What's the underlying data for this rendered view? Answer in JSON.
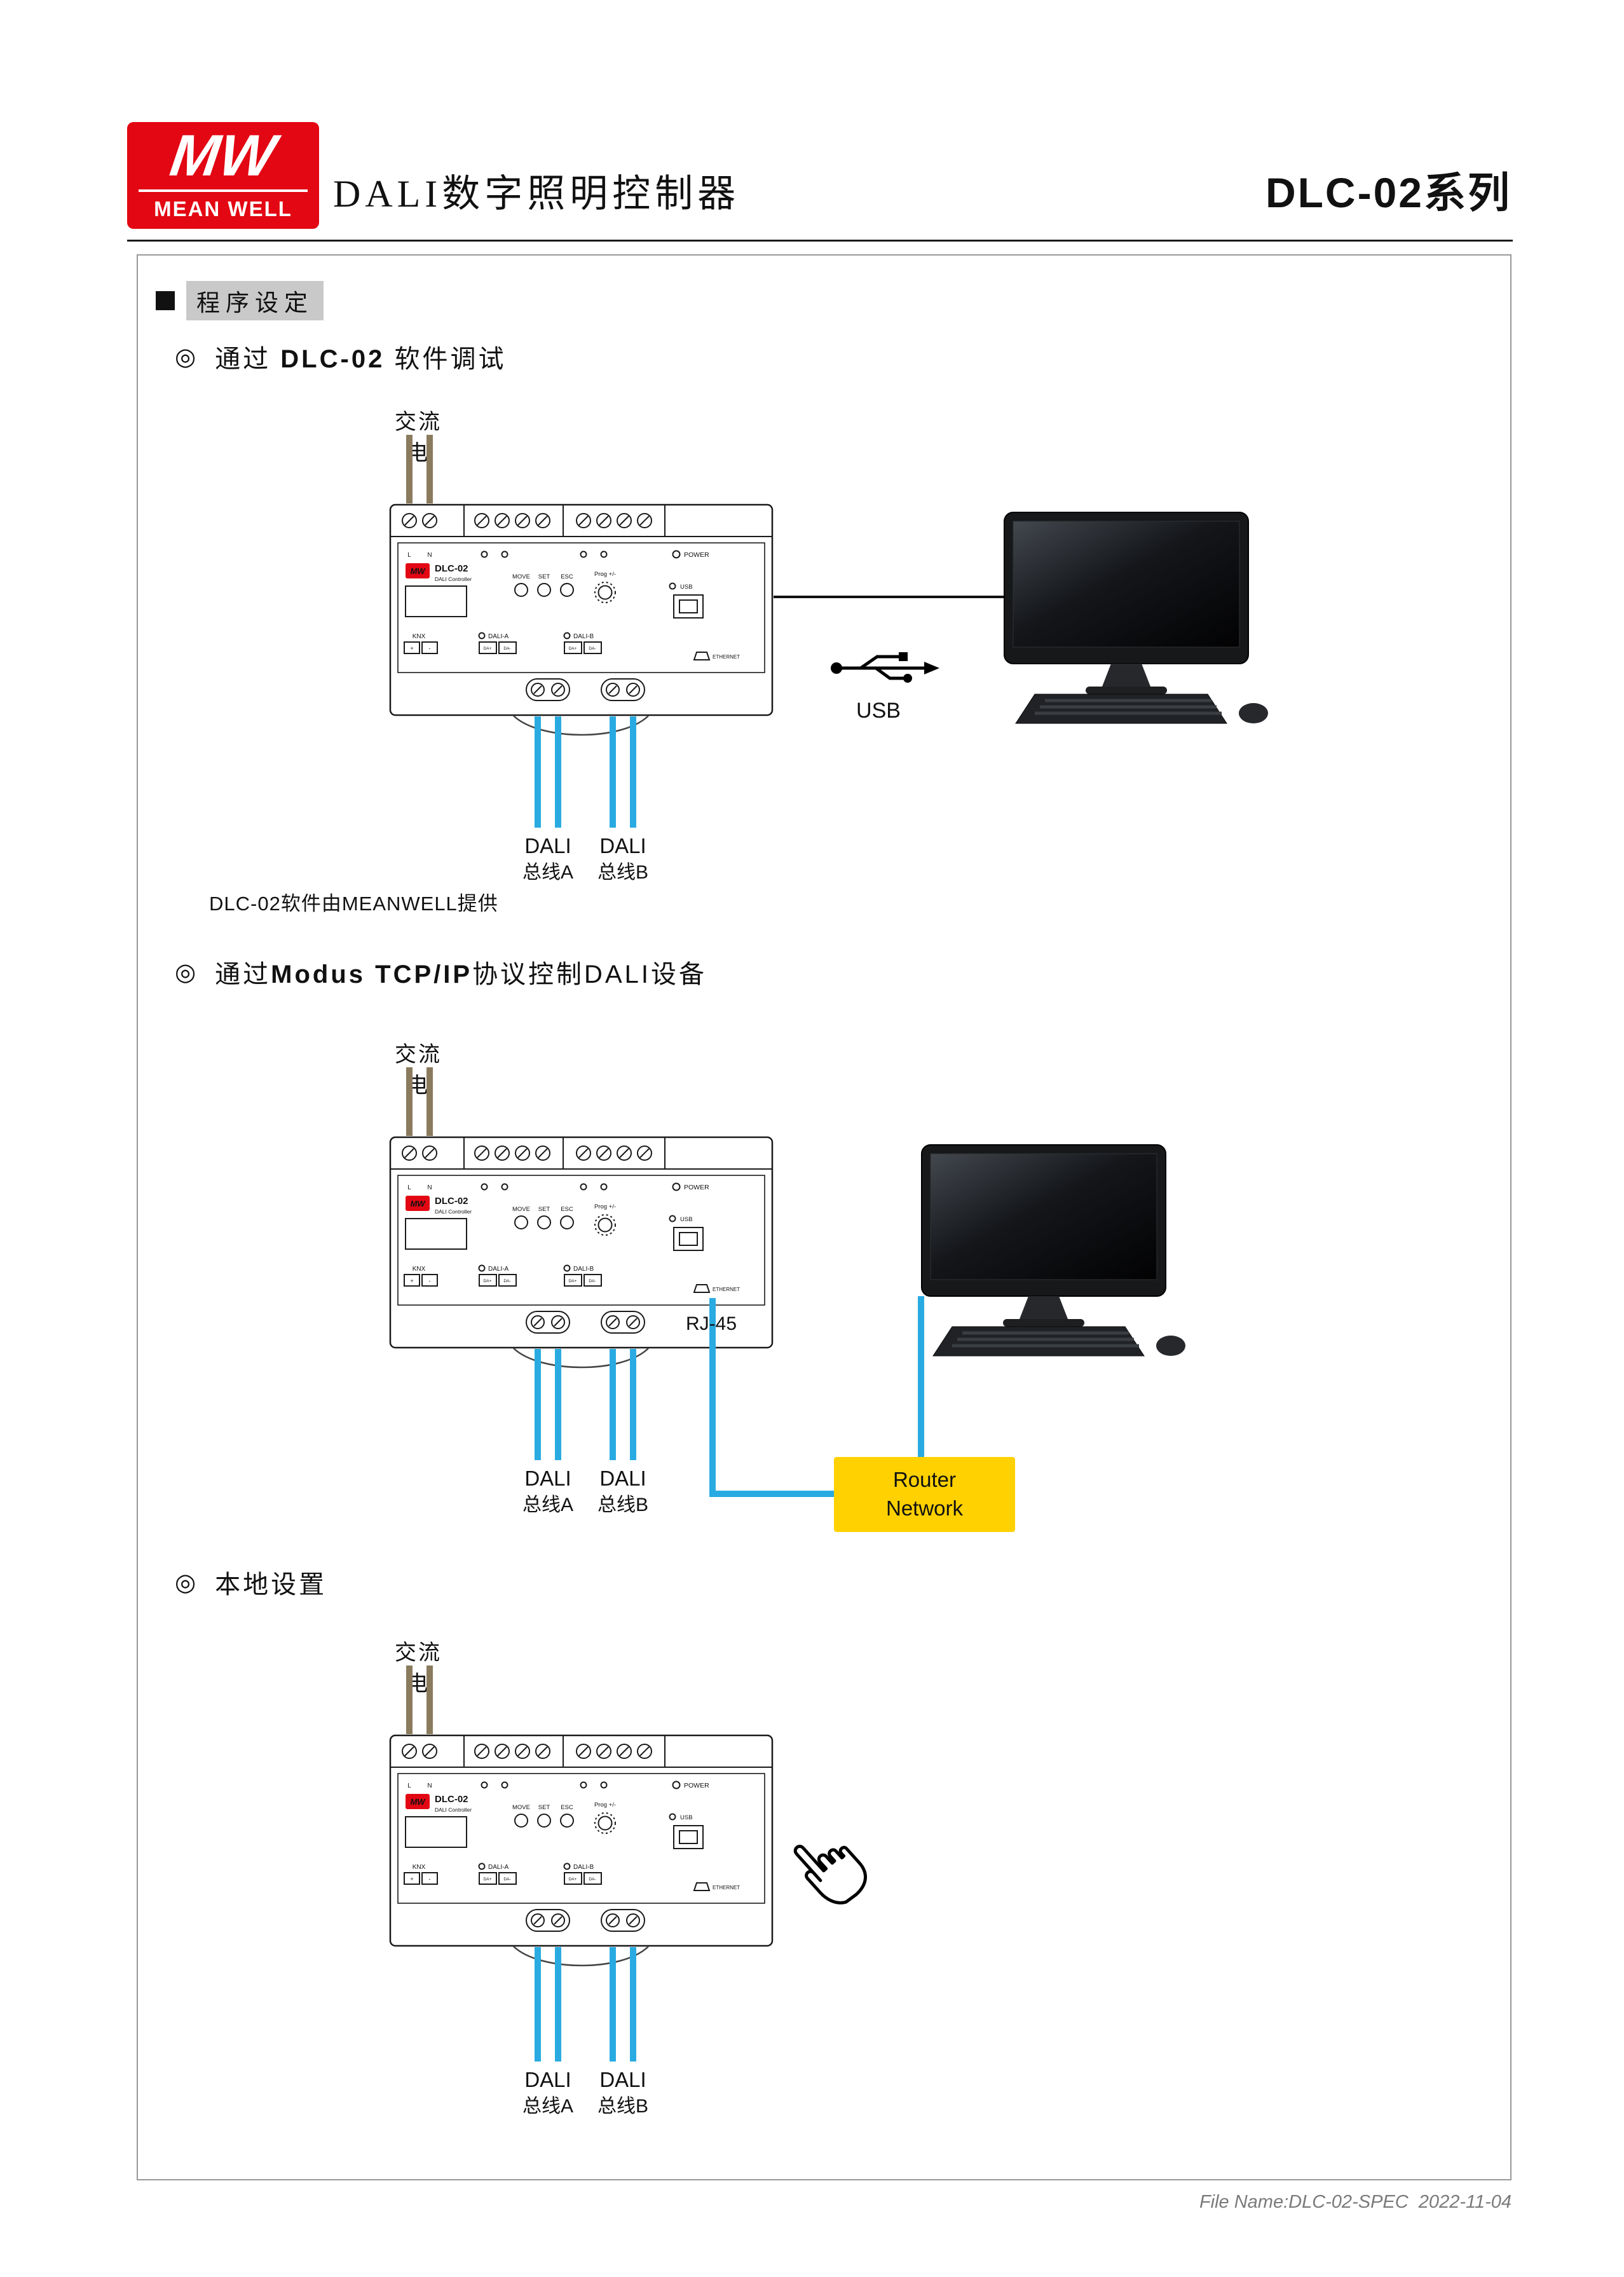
{
  "header": {
    "logo": {
      "mw": "MW",
      "brand": "MEAN WELL"
    },
    "title": "DALI数字照明控制器",
    "series": "DLC-02系列"
  },
  "section": {
    "marker": "■",
    "title": "程序设定"
  },
  "subsections": {
    "s1": {
      "marker": "◎",
      "pre": "通过 ",
      "bold": "DLC-02",
      "post": " 软件调试"
    },
    "s2": {
      "marker": "◎",
      "pre": "通过",
      "bold": "Modus TCP/IP",
      "post": "协议控制DALI设备"
    },
    "s3": {
      "marker": "◎",
      "title": "本地设置"
    }
  },
  "labels": {
    "ac": "交流电",
    "usb": "USB",
    "rj45": "RJ-45",
    "dali": "DALI",
    "bus_a": "总线A",
    "bus_b": "总线B",
    "note": "DLC-02软件由MEANWELL提供"
  },
  "router": {
    "line1": "Router",
    "line2": "Network"
  },
  "device": {
    "logo": "MW",
    "model": "DLC-02",
    "subtitle": "DALI Controller",
    "term_l": "L",
    "term_n": "N",
    "power": "POWER",
    "move": "MOVE",
    "set": "SET",
    "esc": "ESC",
    "prog": "Prog +/-",
    "usb": "USB",
    "knx": "KNX",
    "knx_plus": "+",
    "knx_minus": "-",
    "dali_a": "DALI-A",
    "dali_b": "DALI-B",
    "da_plus": "DA+",
    "da_minus": "DA-",
    "ethernet": "ETHERNET"
  },
  "footer": {
    "file_info": "File Name:DLC-02-SPEC  2022-11-04"
  },
  "colors": {
    "brand_red": "#e30613",
    "wire_blue": "#29abe2",
    "wire_brown": "#8b7b5e",
    "router_yellow": "#ffd100",
    "highlight_gray": "#c9c9c9"
  }
}
